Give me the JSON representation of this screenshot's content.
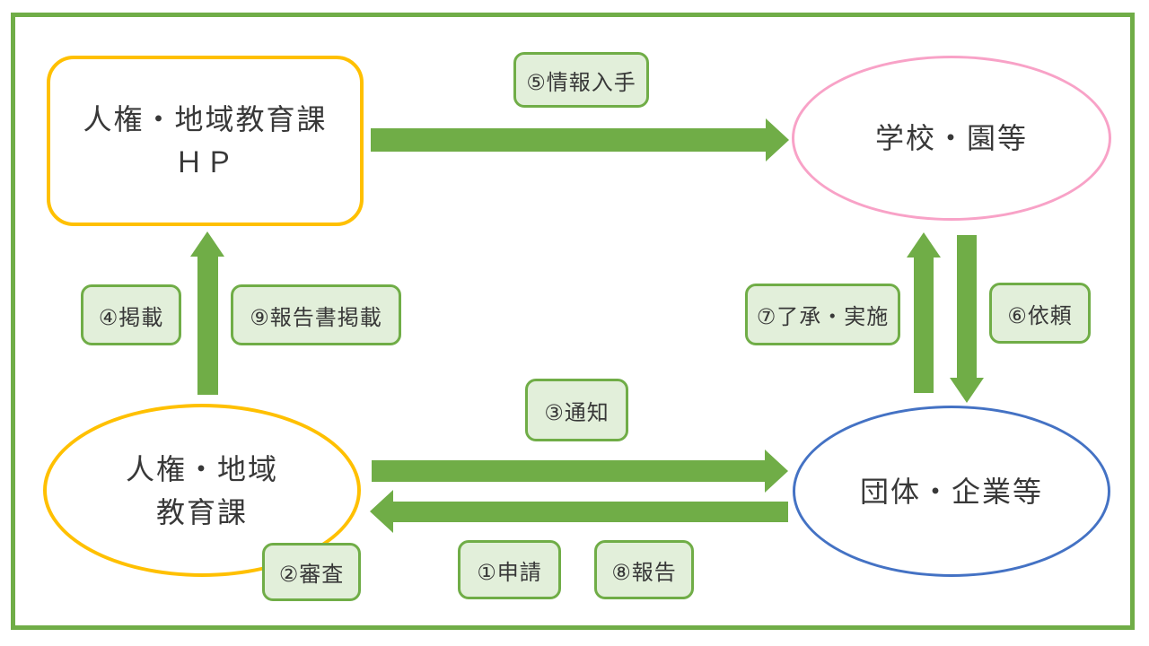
{
  "nodes": {
    "hp_box": {
      "line1": "人権・地域教育課",
      "line2": "ＨＰ"
    },
    "school": {
      "label": "学校・園等"
    },
    "jinken": {
      "line1": "人権・地域",
      "line2": "教育課"
    },
    "dantai": {
      "label": "団体・企業等"
    }
  },
  "labels": {
    "step1": "①申請",
    "step2": "②審査",
    "step3": "③通知",
    "step4": "④掲載",
    "step5": "⑤情報入手",
    "step6": "⑥依頼",
    "step7": "⑦了承・実施",
    "step8": "⑧報告",
    "step9": "⑨報告書掲載"
  },
  "arrows": [
    {
      "from": "人権・地域教育課ＨＰ",
      "to": "学校・園等",
      "direction": "right",
      "labels": [
        "⑤情報入手"
      ]
    },
    {
      "from": "人権・地域教育課",
      "to": "人権・地域教育課ＨＰ",
      "direction": "up",
      "labels": [
        "④掲載",
        "⑨報告書掲載"
      ]
    },
    {
      "from": "団体・企業等",
      "to": "学校・園等",
      "direction": "up",
      "labels": [
        "⑦了承・実施"
      ]
    },
    {
      "from": "学校・園等",
      "to": "団体・企業等",
      "direction": "down",
      "labels": [
        "⑥依頼"
      ]
    },
    {
      "from": "人権・地域教育課",
      "to": "団体・企業等",
      "direction": "right",
      "labels": [
        "③通知"
      ]
    },
    {
      "from": "団体・企業等",
      "to": "人権・地域教育課",
      "direction": "left",
      "labels": [
        "①申請",
        "⑧報告"
      ]
    }
  ],
  "colors": {
    "frame_border": "#70AD47",
    "arrow_green": "#70AD47",
    "badge_fill": "#E2EFDA",
    "badge_border": "#70AD47",
    "hp_box_border": "#FFC000",
    "jinken_border": "#FFC000",
    "school_border": "#F8A2C7",
    "dantai_border": "#4472C4",
    "text": "#383838"
  }
}
